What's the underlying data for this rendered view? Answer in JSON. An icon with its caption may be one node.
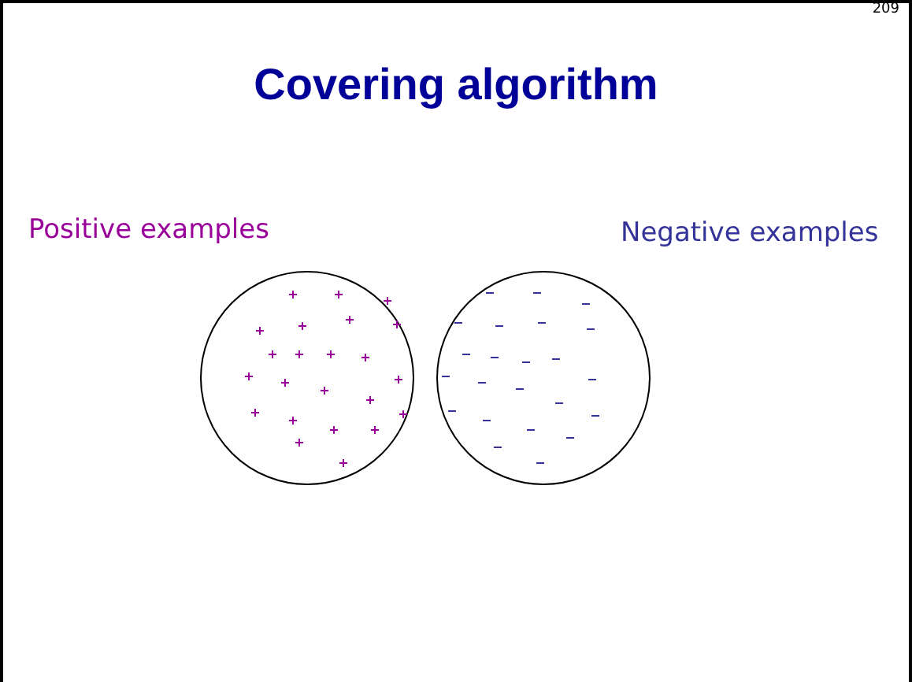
{
  "diagram": {
    "title": "Covering algorithm",
    "nodes": [
      {
        "text": [],
        "shape": "circle"
      },
      {
        "text": [],
        "shape": "circle"
      }
    ],
    "labels": [
      "209",
      "Positive examples",
      "Negative examples"
    ]
  }
}
